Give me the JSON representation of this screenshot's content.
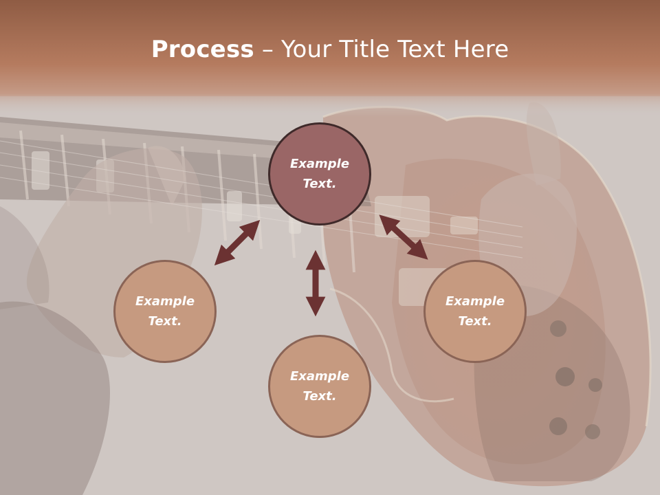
{
  "title": {
    "bold_part": "Process",
    "rest": " – Your Title Text Here"
  },
  "nodes": {
    "top": {
      "line1": "Example",
      "line2": "Text."
    },
    "left": {
      "line1": "Example",
      "line2": "Text."
    },
    "bottom": {
      "line1": "Example",
      "line2": "Text."
    },
    "right": {
      "line1": "Example",
      "line2": "Text."
    }
  },
  "colors": {
    "header": "#a3694f",
    "node_center": "#9a6666",
    "node_outer": "#c69a80",
    "arrow": "#6b3232"
  }
}
